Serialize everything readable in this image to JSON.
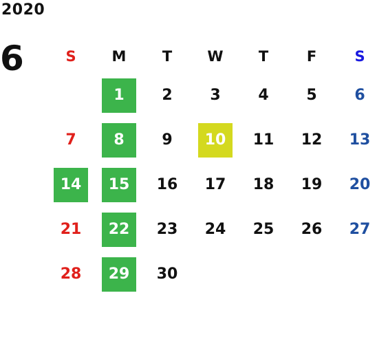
{
  "calendar": {
    "year": "2020",
    "month": "6",
    "weekdays": [
      "S",
      "M",
      "T",
      "W",
      "T",
      "F",
      "S"
    ],
    "weeks": [
      [
        "",
        "1",
        "2",
        "3",
        "4",
        "5",
        "6"
      ],
      [
        "7",
        "8",
        "9",
        "10",
        "11",
        "12",
        "13"
      ],
      [
        "14",
        "15",
        "16",
        "17",
        "18",
        "19",
        "20"
      ],
      [
        "21",
        "22",
        "23",
        "24",
        "25",
        "26",
        "27"
      ],
      [
        "28",
        "29",
        "30",
        "",
        "",
        "",
        ""
      ]
    ],
    "highlighted_days": [
      "1",
      "8",
      "14",
      "15",
      "22",
      "29"
    ],
    "today": "10",
    "colors": {
      "sunday": "#e0201b",
      "saturday": "#1f4fa0",
      "saturday_header": "#1a1ae0",
      "highlight": "#3cb44b",
      "today": "#d4d91f"
    }
  }
}
